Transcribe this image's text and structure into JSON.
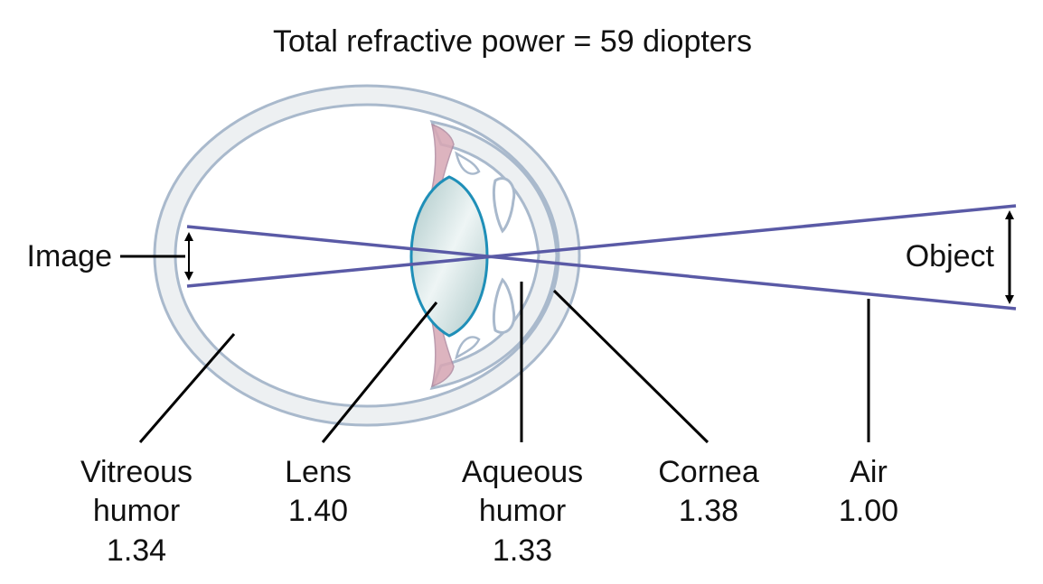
{
  "title": "Total refractive power = 59 diopters",
  "labels": {
    "image": "Image",
    "object": "Object",
    "vitreous": {
      "line1": "Vitreous",
      "line2": "humor",
      "value": "1.34"
    },
    "lens": {
      "line1": "Lens",
      "value": "1.40"
    },
    "aqueous": {
      "line1": "Aqueous",
      "line2": "humor",
      "value": "1.33"
    },
    "cornea": {
      "line1": "Cornea",
      "value": "1.38"
    },
    "air": {
      "line1": "Air",
      "value": "1.00"
    }
  },
  "colors": {
    "ray": "#5a5aa6",
    "eye_wall_fill": "#edf0f2",
    "eye_wall_stroke": "#a9b9cc",
    "lens_stroke": "#1f8fb8",
    "lens_fill_light": "#eef5f5",
    "lens_fill_dark": "#a9c6c6",
    "iris": "#d8a7b4",
    "leader": "#000000"
  }
}
